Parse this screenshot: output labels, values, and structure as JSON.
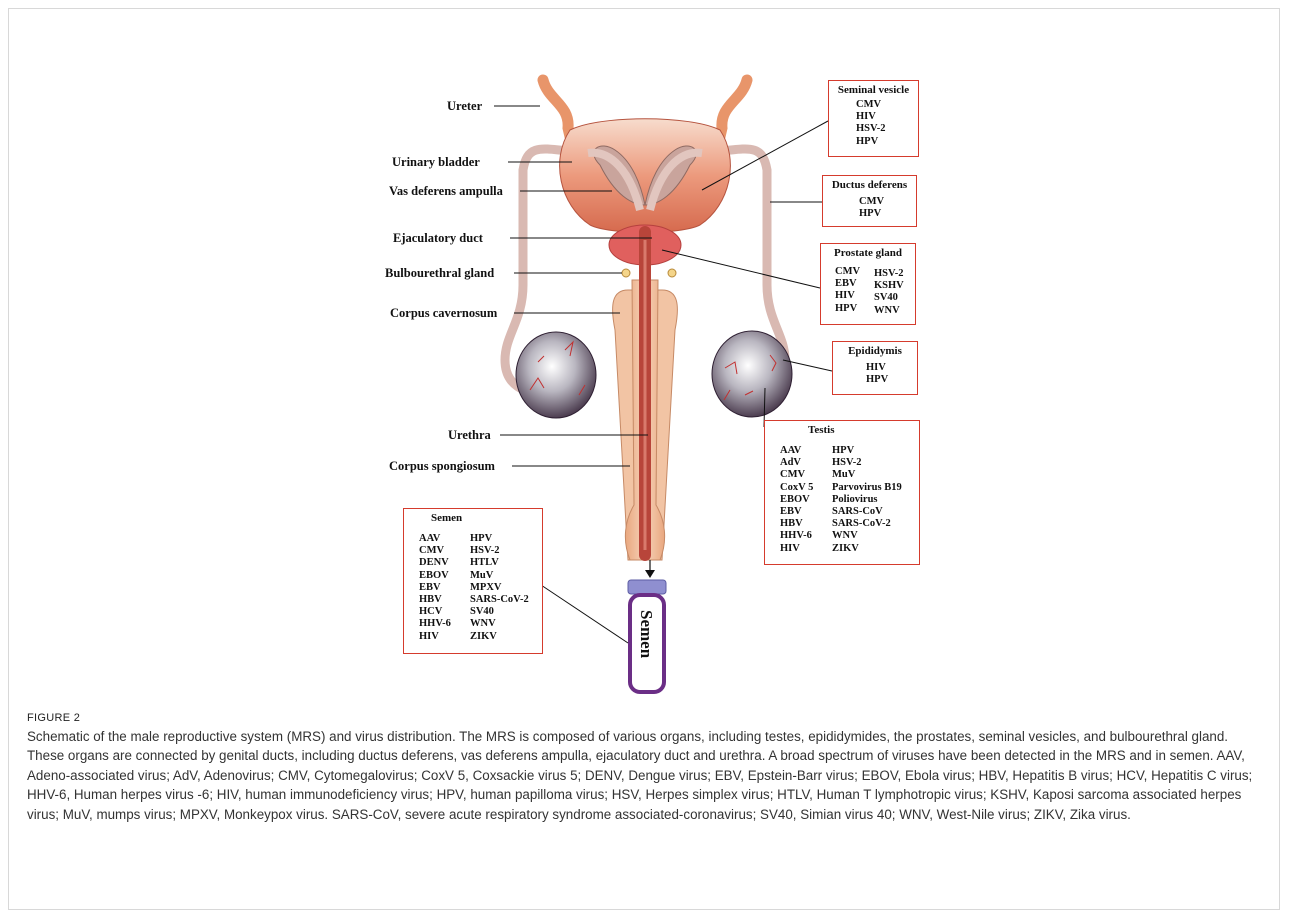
{
  "figure": {
    "label": "FIGURE 2",
    "caption": "Schematic of the male reproductive system (MRS) and virus distribution. The MRS is composed of various organs, including testes, epididymides, the prostates, seminal vesicles, and bulbourethral gland. These organs are connected by genital ducts, including ductus deferens, vas deferens ampulla, ejaculatory duct and urethra. A broad spectrum of viruses have been detected in the MRS and in semen. AAV, Adeno-associated virus; AdV, Adenovirus; CMV, Cytomegalovirus; CoxV 5, Coxsackie virus 5; DENV, Dengue virus; EBV, Epstein-Barr virus; EBOV, Ebola virus; HBV, Hepatitis B virus; HCV, Hepatitis C virus; HHV-6, Human herpes virus -6; HIV, human immunodeficiency virus; HPV, human papilloma virus; HSV, Herpes simplex virus; HTLV, Human T lymphotropic virus; KSHV, Kaposi sarcoma associated herpes virus; MuV, mumps virus; MPXV, Monkeypox virus. SARS-CoV, severe acute respiratory syndrome associated-coronavirus; SV40, Simian virus 40; WNV, West-Nile virus; ZIKV, Zika virus."
  },
  "anatomy_labels": {
    "ureter": "Ureter",
    "urinary_bladder": "Urinary bladder",
    "vas_deferens_ampulla": "Vas deferens ampulla",
    "ejaculatory_duct": "Ejaculatory duct",
    "bulbourethral_gland": "Bulbourethral gland",
    "corpus_cavernosum": "Corpus cavernosum",
    "urethra": "Urethra",
    "corpus_spongiosum": "Corpus spongiosum",
    "semen_tube": "Semen"
  },
  "virus_boxes": {
    "seminal_vesicle": {
      "title": "Seminal vesicle",
      "viruses": [
        "CMV",
        "HIV",
        "HSV-2",
        "HPV"
      ]
    },
    "ductus_deferens": {
      "title": "Ductus deferens",
      "viruses": [
        "CMV",
        "HPV"
      ]
    },
    "prostate_gland": {
      "title": "Prostate gland",
      "col1": [
        "CMV",
        "EBV",
        "HIV",
        "HPV"
      ],
      "col2": [
        "HSV-2",
        "KSHV",
        "SV40",
        "WNV"
      ]
    },
    "epididymis": {
      "title": "Epididymis",
      "viruses": [
        "HIV",
        "HPV"
      ]
    },
    "testis": {
      "title": "Testis",
      "col1": [
        "AAV",
        "AdV",
        "CMV",
        "CoxV 5",
        "EBOV",
        "EBV",
        "HBV",
        "HHV-6",
        "HIV"
      ],
      "col2": [
        "HPV",
        "HSV-2",
        "MuV",
        "Parvovirus B19",
        "Poliovirus",
        "SARS-CoV",
        "SARS-CoV-2",
        "WNV",
        "ZIKV"
      ]
    },
    "semen": {
      "title": "Semen",
      "col1": [
        "AAV",
        "CMV",
        "DENV",
        "EBOV",
        "EBV",
        "HBV",
        "HCV",
        "HHV-6",
        "HIV"
      ],
      "col2": [
        "HPV",
        "HSV-2",
        "HTLV",
        "MuV",
        "MPXV",
        "SARS-CoV-2",
        "SV40",
        "WNV",
        "ZIKV"
      ]
    }
  },
  "colors": {
    "box_border": "#d53b2d",
    "ureter": "#e8956a",
    "bladder": "#e07f63",
    "prostate": "#e0605e",
    "vas_deferens": "#d8b6ae",
    "penis_outer": "#ecb894",
    "urethra": "#b8453a",
    "semen_tube_border": "#6b2e86",
    "semen_cap": "#8f8fd0"
  }
}
